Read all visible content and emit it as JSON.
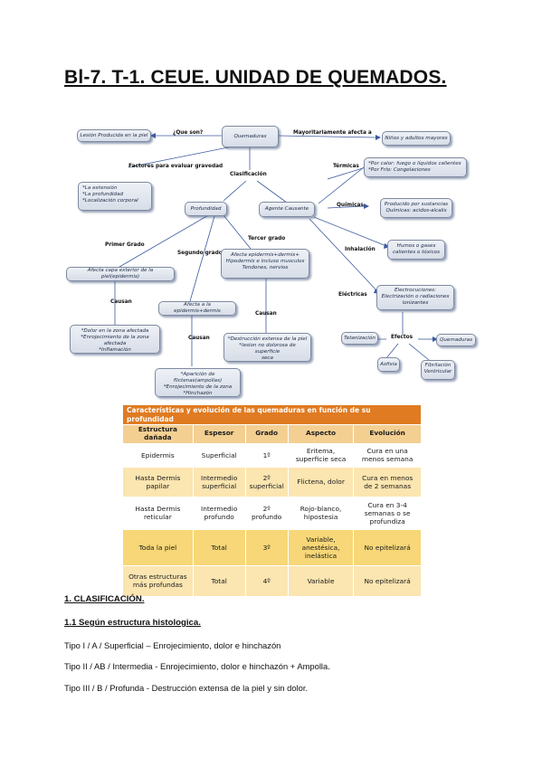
{
  "title": "Bl-7. T-1. CEUE. UNIDAD DE QUEMADOS.",
  "concept_map": {
    "quemaduras": "Quemaduras",
    "q_son": "¿Que son?",
    "lesion": "Lesión Producida en la piel",
    "mayoritariamente": "Mayoritariamente afecta a",
    "ninos": "Niños y adultos mayores",
    "factores": "Factores para evaluar gravedad",
    "factores_list": "*La extensión\n*La profundidad\n*Localización corporal",
    "clasificacion": "Clasificación",
    "profundidad": "Profundidad",
    "agente": "Agente Causante",
    "termicas": "Térmicas",
    "termicas_box": "*Por calor: fuego o líquidos calientes\n*Por Frío: Congelaciones",
    "quimicas": "Químicas",
    "quimicas_box": "Producido por sustancias\nQuímicas: acidos-alcalis",
    "inhalacion": "Inhalación",
    "inhalacion_box": "Humos o gases\ncalientes o tóxicos",
    "electricas": "Eléctricas",
    "electricas_box": "Electrocuciones:\nElectrización o radiaciones\nionizantes",
    "efectos": "Efectos",
    "tetanizacion": "Tetanización",
    "quemaduras2": "Quemaduras",
    "asfixia": "Asfixia",
    "fibrilacion": "Fibrilación\nVentricular",
    "primer_grado": "Primer Grado",
    "segundo_grado": "Segundo grado",
    "tercer_grado": "Tercer grado",
    "capa_exterior": "Afecta capa exterior de la piel(epidermis)",
    "epidermis_dermis": "Afecta a la epidermis+dermis",
    "tercer_box": "Afecta epidermis+dermis+\nHipodermis e incluso musculos\nTendones, nervios",
    "causan": "Causan",
    "primer_causan": "*Dolor en la zona afectada\n*Enrojecimiento de la zona afectada\n*Inflamación",
    "segundo_causan": "*Aparición de flictenas(ampollas)\n*Enrojecimiento de la zona\n*Hinchazón",
    "tercer_causan": "*Destrucción extensa de la piel\n*lesion no dolorosa de superficie\nseca"
  },
  "table": {
    "caption": "Características y evolución de las quemaduras en función de su profundidad",
    "headers": [
      "Estructura dañada",
      "Espesor",
      "Grado",
      "Aspecto",
      "Evolución"
    ],
    "rows": [
      [
        "Epidermis",
        "Superficial",
        "1º",
        "Eritema,\nsuperficie seca",
        "Cura en una\nmenos semana"
      ],
      [
        "Hasta Dermis\npapilar",
        "Intermedio\nsuperficial",
        "2º\nsuperficial",
        "Flictena, dolor",
        "Cura en menos\nde 2 semanas"
      ],
      [
        "Hasta Dermis\nreticular",
        "Intermedio\nprofundo",
        "2º\nprofundo",
        "Rojo-blanco,\nhipostesia",
        "Cura en 3-4\nsemanas o se\nprofundiza"
      ],
      [
        "Toda la piel",
        "Total",
        "3º",
        "Variable,\nanestésica,\ninelástica",
        "No epitelizará"
      ],
      [
        "Otras estructuras\nmás profundas",
        "Total",
        "4º",
        "Variable",
        "No epitelizará"
      ]
    ]
  },
  "section1": "1. CLASIFICACIÓN.",
  "section11": "1.1 Según estructura histologica.",
  "lines": [
    "Tipo I / A / Superficial – Enrojecimiento, dolor e hinchazón",
    "Tipo II / AB / Intermedia - Enrojecimiento, dolor e hinchazón + Ampolla.",
    "Tipo III / B / Profunda - Destrucción extensa de la piel y sin dolor."
  ]
}
